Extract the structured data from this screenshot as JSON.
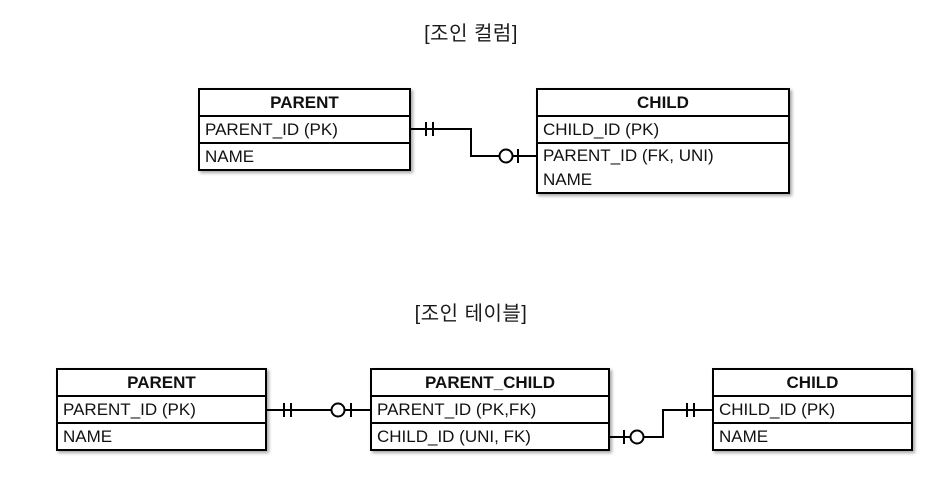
{
  "colors": {
    "background": "#ffffff",
    "line": "#000000",
    "text": "#111111"
  },
  "sections": [
    {
      "title": "[조인 컬럼]",
      "tables": [
        {
          "name": "PARENT",
          "columns": [
            "PARENT_ID (PK)",
            "NAME"
          ]
        },
        {
          "name": "CHILD",
          "columns": [
            "CHILD_ID (PK)",
            "PARENT_ID (FK, UNI)",
            "NAME"
          ]
        }
      ],
      "relationships": [
        {
          "from": "PARENT.PARENT_ID",
          "to": "CHILD.PARENT_ID",
          "from_cardinality": "one-and-only-one",
          "to_cardinality": "zero-or-one"
        }
      ]
    },
    {
      "title": "[조인 테이블]",
      "tables": [
        {
          "name": "PARENT",
          "columns": [
            "PARENT_ID (PK)",
            "NAME"
          ]
        },
        {
          "name": "PARENT_CHILD",
          "columns": [
            "PARENT_ID (PK,FK)",
            "CHILD_ID (UNI, FK)"
          ]
        },
        {
          "name": "CHILD",
          "columns": [
            "CHILD_ID (PK)",
            "NAME"
          ]
        }
      ],
      "relationships": [
        {
          "from": "PARENT.PARENT_ID",
          "to": "PARENT_CHILD.PARENT_ID",
          "from_cardinality": "one-and-only-one",
          "to_cardinality": "zero-or-one"
        },
        {
          "from": "PARENT_CHILD.CHILD_ID",
          "to": "CHILD.CHILD_ID",
          "from_cardinality": "zero-or-one",
          "to_cardinality": "one-and-only-one"
        }
      ]
    }
  ]
}
